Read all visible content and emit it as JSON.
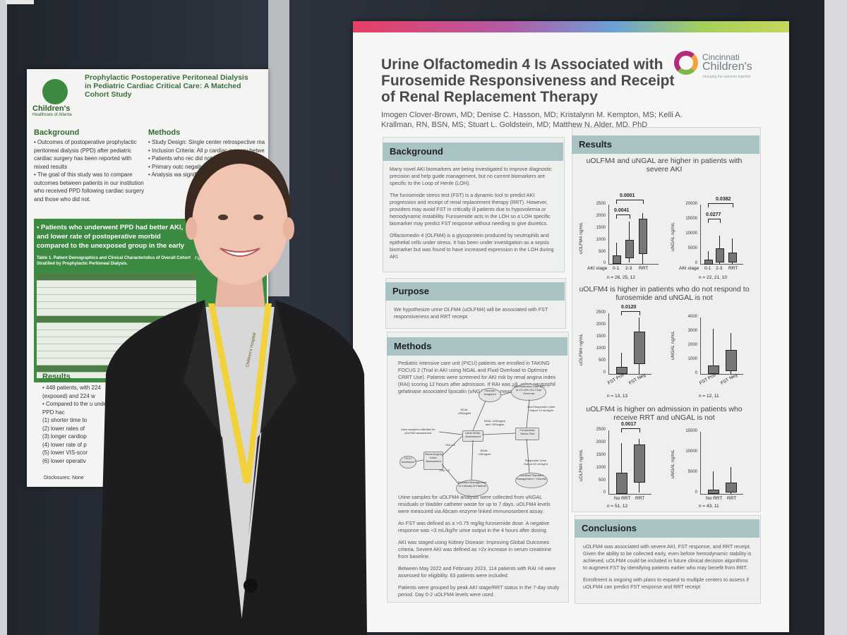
{
  "left_poster": {
    "logo_org": "Children's",
    "logo_sub": "Healthcare of Atlanta",
    "title": "Prophylactic Postoperative Peritoneal Dialysis in Pediatric Cardiac Critical Care: A Matched Cohort Study",
    "background_heading": "Background",
    "background_text": "• Outcomes of postoperative prophylactic peritoneal dialysis (PPD) after pediatric cardiac surgery has been reported with mixed results\n• The goal of this study was to compare outcomes between patients in our institution who received PPD following cardiac surgery and those who did not.",
    "methods_heading": "Methods",
    "methods_text": "• Study Design: Single center retrospective ma\n• Inclusion Criteria: All p cardiac surgery betwe\n• Patients who rec did not by age\n• Primary outc negative flui\n• Analysis wa significan",
    "green_title": "• Patients who underwent PPD had better AKI, and lower rate of postoperative morbid compared to the unexposed group in the early",
    "table_title": "Table 1. Patient Demographics and Clinical Characteristics of Overall Cohort Stratified by Prophylactic Peritoneal Dialysis.",
    "results_heading": "Results",
    "results_text": "• 448 patients, with 224 (exposed) and 224 w\n• Compared to the u underwent PPD hac\n(1) shorter time to\n(2) lower rates of\n(3) longer cardiop\n(4) lower rate of p\n(5) lower VIS-scor\n(6) lower operativ",
    "disclosures": "Disclosures: None",
    "figure_label": "Figure Pediatr"
  },
  "right_poster": {
    "title": "Urine Olfactomedin 4 Is Associated with Furosemide Responsiveness and Receipt of Renal Replacement Therapy",
    "authors": "Imogen Clover-Brown, MD; Denise C. Hasson, MD; Kristalynn M. Kempton, MS; Kelli A. Krallman, RN, BSN, MS; Stuart L. Goldstein, MD; Matthew N. Alder, MD, PhD",
    "logo": {
      "line1": "Cincinnati",
      "line2": "Children's",
      "tagline": "changing the outcome together"
    },
    "background": {
      "heading": "Background",
      "p1": "Many novel AKI biomarkers are being investigated to improve diagnostic precision and help guide management, but no current biomarkers are specific to the Loop of Henle (LOH).",
      "p2": "The furosemide stress test (FST) is a dynamic tool to predict AKI progression and receipt of renal replacement therapy (RRT). However, providers may avoid FST in critically ill patients due to hypovolemia or hemodynamic instability. Furosemide acts in the LOH so a LOH specific biomarker may predict FST response without needing to give diuretics.",
      "p3": "Olfactomedin 4 (OLFM4) is a glycoprotein produced by neutrophils and epithelial cells under stress. It has been under investigation as a sepsis biomarker but was found to have increased expression in the LOH during AKI."
    },
    "purpose": {
      "heading": "Purpose",
      "text": "We hypothesize urine OLFM4 (uOLFM4) will be associated with FST responsiveness and RRT receipt."
    },
    "methods": {
      "heading": "Methods",
      "p1": "Pediatric intensive care unit (PICU) patients are enrolled in TAKING FOCUS 2 (Trial in AKI using NGAL and Fluid Overload to Optimize CRRT Use). Patients were screened for AKI risk by renal angina index (RAI) scoring 12 hours after admission. If RAI was ≥8, urine neutrophil gelatinase associated lipocalin (uNGAL) was measured.",
      "p2": "Urine samples for uOLFM4 analysis were collected from uNGAL residuals or bladder catheter waste for up to 7 days. uOLFM4 levels were measured via Abcam enzyme linked immunosorbent assay.",
      "p3": "An FST was defined as a >0.75 mg/kg furosemide dose. A negative response was <3 mL/kg/hr urine output in the 4 hours after dosing.",
      "p4": "AKI was staged using Kidney Disease: Improving Global Outcomes criteria. Severe AKI was defined as >2x increase in serum creatinine from baseline.",
      "p5": "Between May 2022 and February 2023, 114 patients with RAI >8 were assessed for eligibility. 63 patients were included.",
      "p6": "Patients were grouped by peak AKI stage/RRT status in the 7-day study period. Day 0-2 uOLFM4 levels were used.",
      "flow": {
        "picu": "PICU Admission",
        "rai": "Renal Angina Index Assessment",
        "ngal": "Urine NGAL Assessment",
        "clinician": "Clinician Judgment",
        "fluid": "Fluid Restriction Start RRT at 10-15% ICU Fluid Overload",
        "fst": "Furosemide Stress Test",
        "nonresp": "Non-Responder Urine Output <3 mL/kg/hr",
        "resp": "Responder Urine Output ≥3 mL/kg/hr",
        "continue": "Continue Standard Management + Diuretic",
        "standard": "Standard Management of Critically Ill Patients",
        "samples": "Urine samples collected for uOLFM4 assessment",
        "e1": "NGAL ≥300ng/ml",
        "e2": "NGAL ≥150ng/ml and <300ng/ml",
        "e3": "NGAL <150ng/ml",
        "e4": "RAI ≥ 8",
        "e5": "RAI < 8"
      }
    },
    "results": {
      "heading": "Results",
      "t1": "uOLFM4 and uNGAL are higher in patients with severe AKI",
      "t2": "uOLFM4 is higher in patients who do not respond to furosemide and uNGAL is not",
      "t3": "uOLFM4 is higher on admission in patients who receive RRT and uNGAL is not",
      "ylab_olfm4": "uOLFM4 ng/mL",
      "ylab_ngal": "uNGAL ng/mL",
      "aki_label": "AKI stage",
      "aki_cats": [
        "0-1",
        "2-3",
        "RRT"
      ],
      "fst_cats": [
        "FST Pos",
        "FST Neg"
      ],
      "rrt_cats": [
        "No RRT",
        "RRT"
      ],
      "n1a": "n = 26, 25, 12",
      "n1b": "n = 22, 21, 10",
      "n2a": "n = 13, 13",
      "n2b": "n = 12, 11",
      "n3a": "n = 51, 12",
      "n3b": "n = 43, 11",
      "p1a": "0.0001",
      "p1b": "0.0041",
      "p1c": "0.0382",
      "p1d": "0.0277",
      "p2a": "0.0120",
      "p3a": "0.0017",
      "yt_olfm4": [
        "2500",
        "2000",
        "1500",
        "1000",
        "500",
        "0"
      ],
      "yt_ngal1": [
        "20000",
        "15000",
        "10000",
        "5000",
        "0"
      ],
      "yt_ngal2": [
        "4000",
        "3000",
        "2000",
        "1000",
        "0"
      ],
      "yt_ngal3": [
        "15000",
        "10000",
        "5000",
        "0"
      ]
    },
    "conclusions": {
      "heading": "Conclusions",
      "p1": "uOLFM4 was associated with severe AKI, FST response, and RRT receipt. Given the ability to be collected early, even before hemodynamic stability is achieved, uOLFM4 could be included in future clinical decision algorithms to augment FST by identifying patients earlier who may benefit from RRT.",
      "p2": "Enrollment is ongoing with plans to expand to multiple centers to assess if uOLFM4 can predict FST response and RRT receipt"
    }
  },
  "lanyard_text": "Children's Hospital"
}
